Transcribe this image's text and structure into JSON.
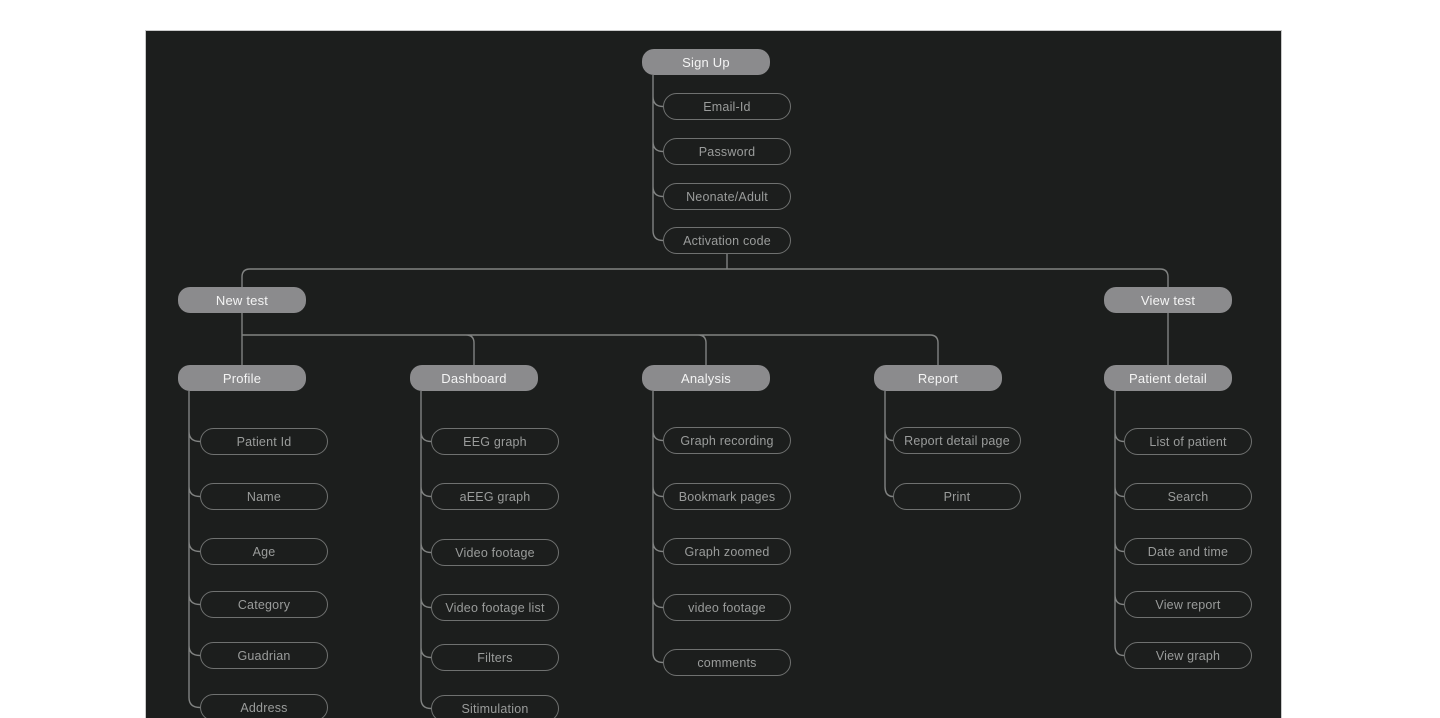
{
  "colors": {
    "page_background": "#ffffff",
    "canvas_background": "#1c1e1d",
    "filled_node_background": "#8b8b8d",
    "filled_node_text": "#f4f4f4",
    "outline_node_border": "#6f7170",
    "outline_node_text": "#9a9c9b",
    "connector_line": "#818382"
  },
  "diagram": {
    "root": {
      "label": "Sign Up",
      "children": [
        "Email-Id",
        "Password",
        "Neonate/Adult",
        "Activation code"
      ]
    },
    "flows": [
      {
        "label": "New test"
      },
      {
        "label": "View test"
      }
    ],
    "sections": [
      {
        "label": "Profile",
        "children": [
          "Patient Id",
          "Name",
          "Age",
          "Category",
          "Guadrian",
          "Address"
        ]
      },
      {
        "label": "Dashboard",
        "children": [
          "EEG graph",
          "aEEG graph",
          "Video footage",
          "Video footage list",
          "Filters",
          "Sitimulation"
        ]
      },
      {
        "label": "Analysis",
        "children": [
          "Graph recording",
          "Bookmark pages",
          "Graph zoomed",
          "video footage",
          "comments"
        ]
      },
      {
        "label": "Report",
        "children": [
          "Report detail page",
          "Print"
        ]
      },
      {
        "label": "Patient detail",
        "children": [
          "List of patient",
          "Search",
          "Date and time",
          "View report",
          "View graph"
        ]
      }
    ]
  }
}
